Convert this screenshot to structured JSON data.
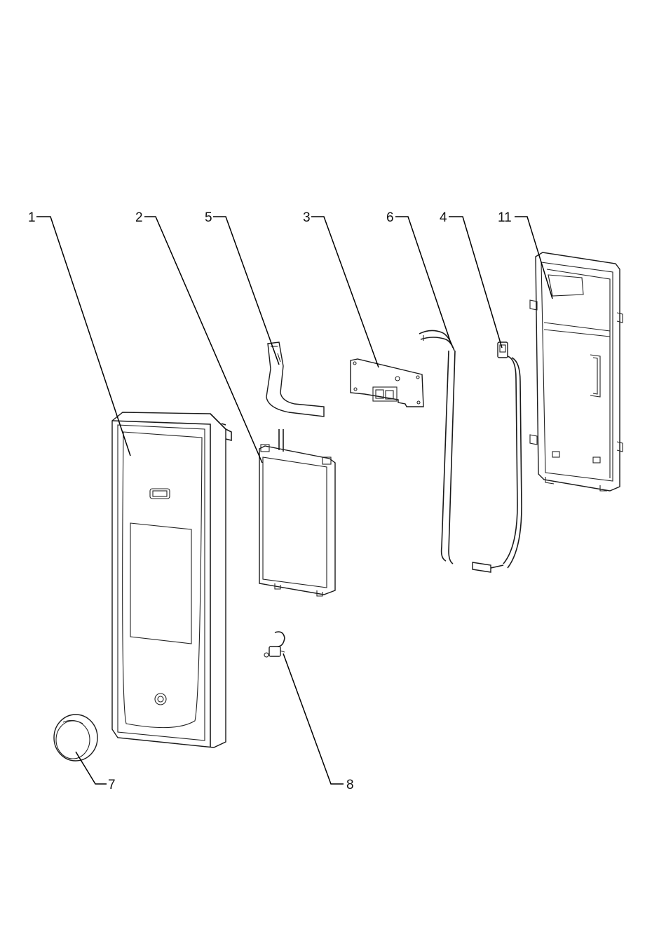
{
  "callouts": [
    {
      "id": "p1",
      "label": "1"
    },
    {
      "id": "p2",
      "label": "2"
    },
    {
      "id": "p5",
      "label": "5"
    },
    {
      "id": "p3",
      "label": "3"
    },
    {
      "id": "p6",
      "label": "6"
    },
    {
      "id": "p4",
      "label": "4"
    },
    {
      "id": "p11",
      "label": "11"
    },
    {
      "id": "p7",
      "label": "7"
    },
    {
      "id": "p8",
      "label": "8"
    }
  ]
}
